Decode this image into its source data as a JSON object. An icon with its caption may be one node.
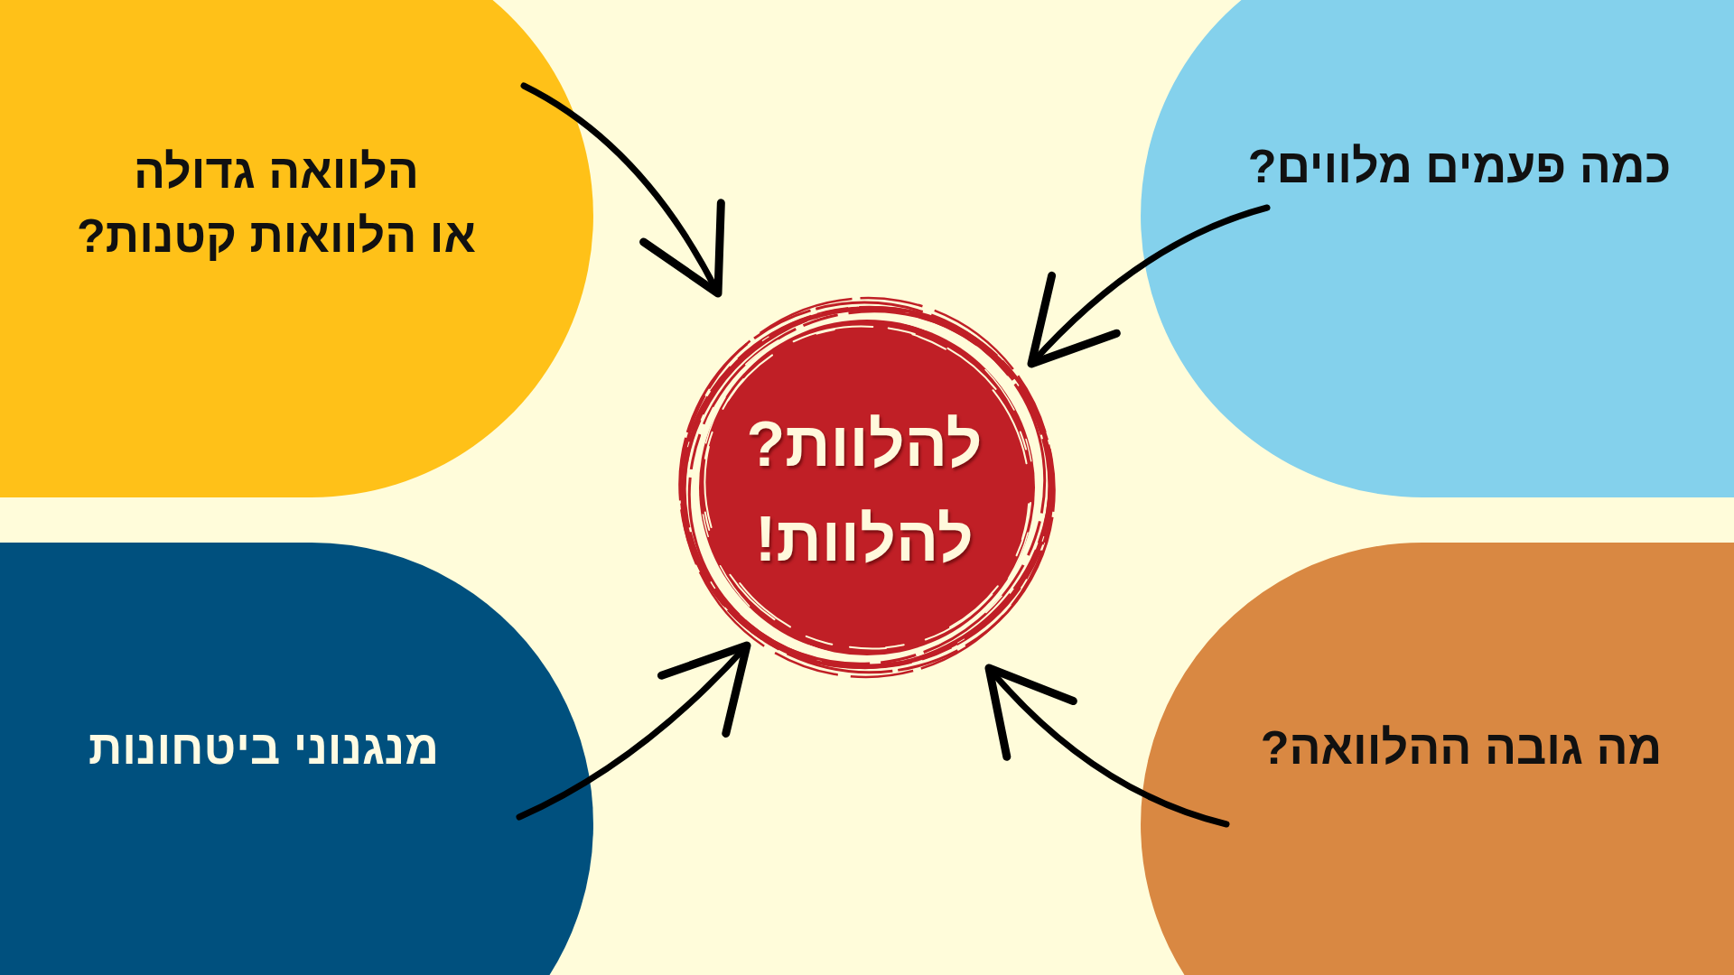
{
  "diagram": {
    "nodes": [
      {
        "text": [
          "הלוואה גדולה או הלוואות קטנות?"
        ]
      },
      {
        "text": [
          "כמה פעמים מלווים?"
        ]
      },
      {
        "text": [
          "להלוות? להלוות!"
        ]
      },
      {
        "text": [
          "מנגנוני ביטחונות"
        ]
      },
      {
        "text": [
          "מה גובה ההלוואה?"
        ]
      }
    ],
    "edges": [
      {
        "from": 0,
        "to": 2,
        "arrow": "to"
      },
      {
        "from": 1,
        "to": 2,
        "arrow": "to"
      },
      {
        "from": 3,
        "to": 2,
        "arrow": "to"
      },
      {
        "from": 4,
        "to": 2,
        "arrow": "to"
      }
    ]
  }
}
